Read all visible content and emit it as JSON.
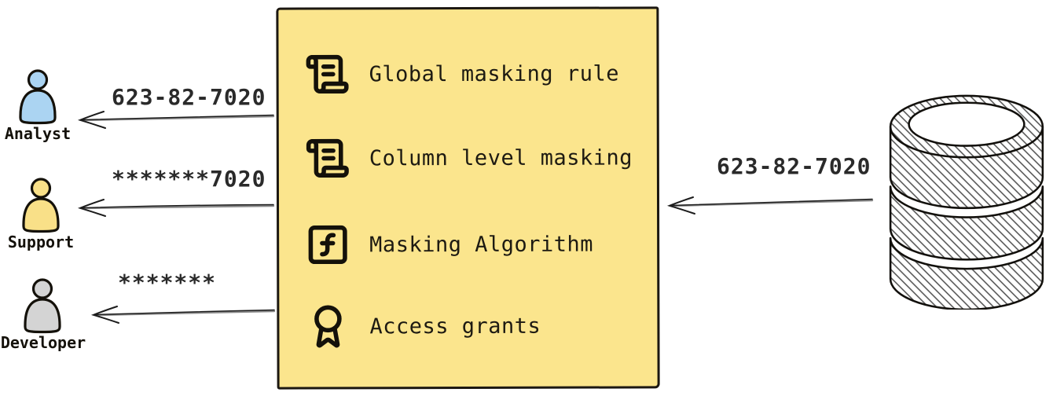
{
  "personas": [
    {
      "name": "Analyst",
      "received_value": "623-82-7020",
      "color": "#abd4f2"
    },
    {
      "name": "Support",
      "received_value": "*******7020",
      "color": "#f9e088"
    },
    {
      "name": "Developer",
      "received_value": "*******",
      "color": "#d4d4d4"
    }
  ],
  "masking_box": {
    "bg_color": "#fbe58d",
    "items": [
      {
        "label": "Global masking rule",
        "icon": "scroll-text-icon"
      },
      {
        "label": "Column level masking",
        "icon": "scroll-text-icon"
      },
      {
        "label": "Masking Algorithm",
        "icon": "function-square-icon"
      },
      {
        "label": "Access grants",
        "icon": "award-icon"
      }
    ]
  },
  "database": {
    "icon": "database-icon",
    "sent_value": "623-82-7020"
  }
}
